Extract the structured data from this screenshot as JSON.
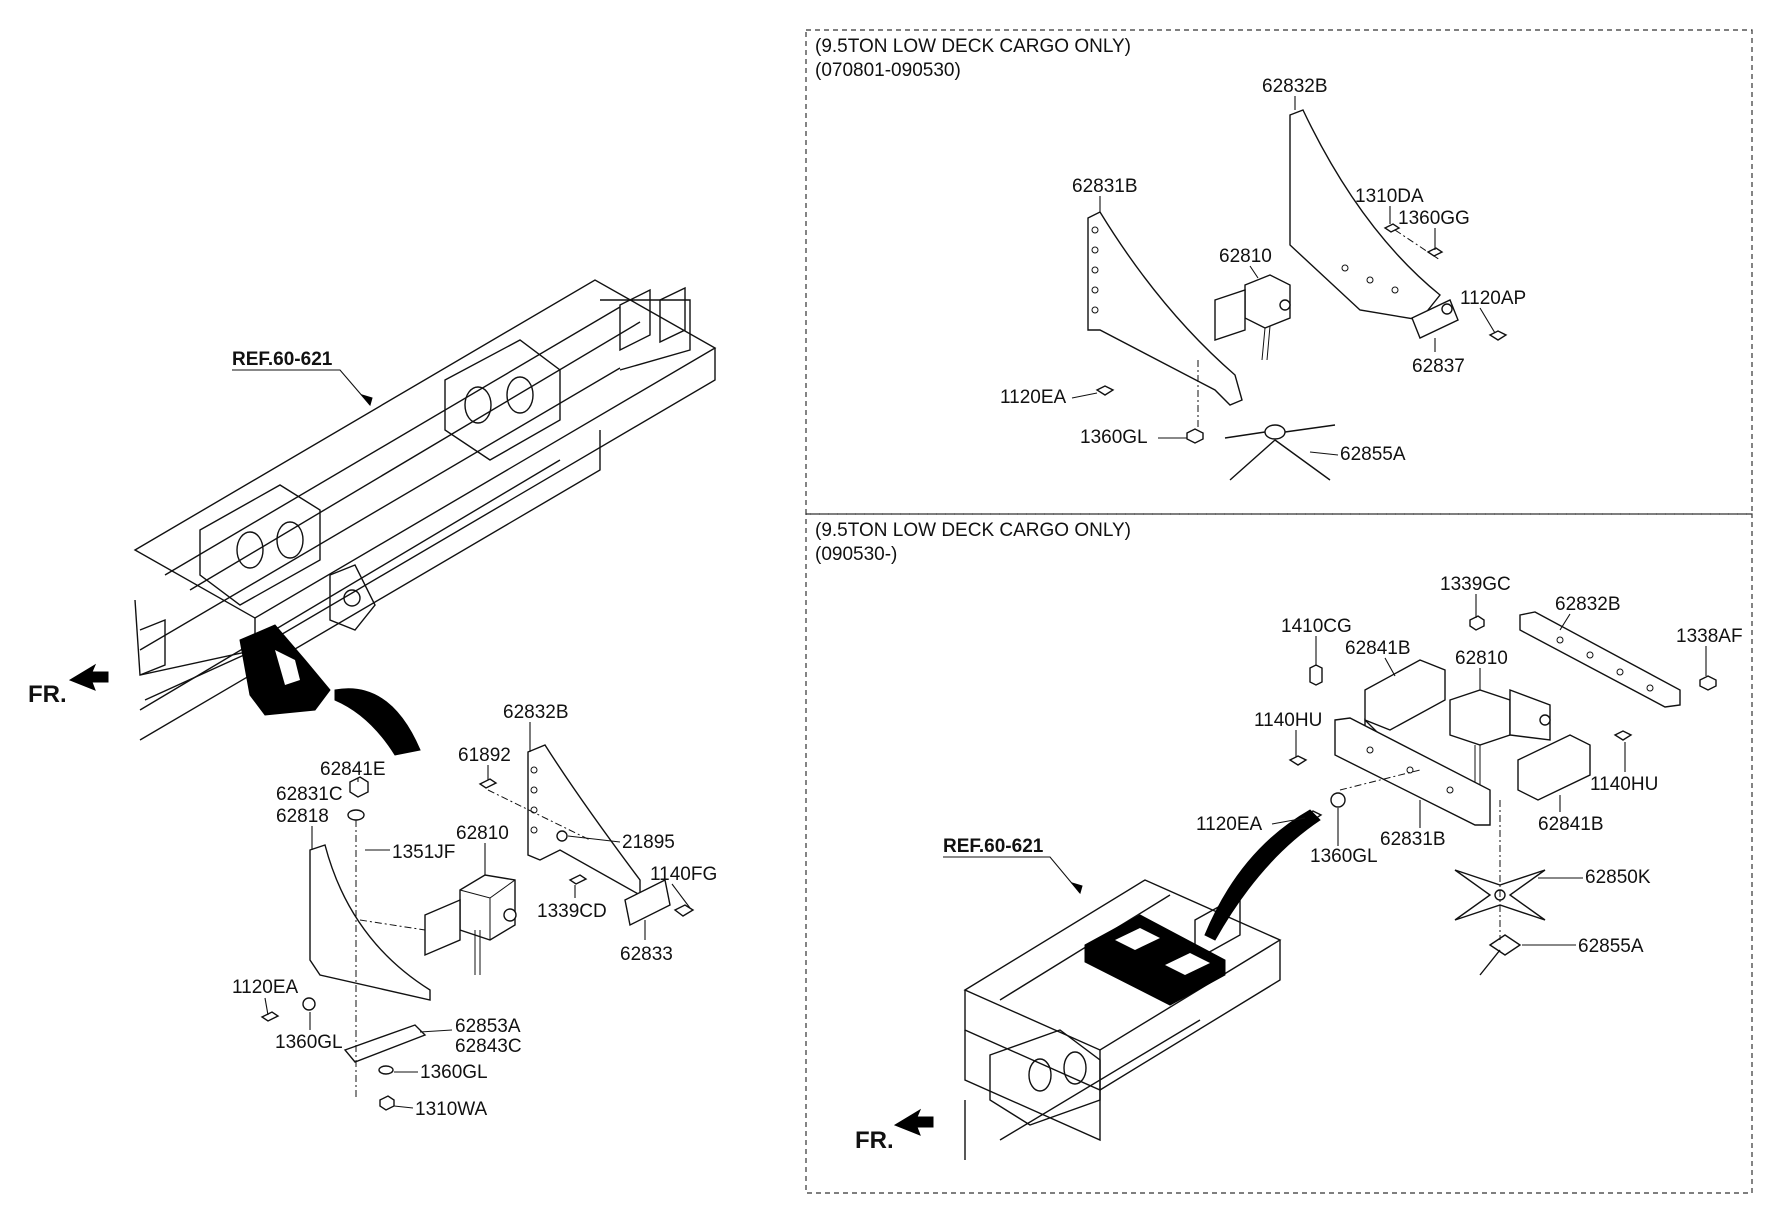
{
  "left": {
    "ref": "REF.60-621",
    "fr": "FR.",
    "labels": {
      "l62832B": "62832B",
      "l61892": "61892",
      "l62841E": "62841E",
      "l62831C": "62831C",
      "l62818": "62818",
      "l1351JF": "1351JF",
      "l62810": "62810",
      "l21895": "21895",
      "l1140FG": "1140FG",
      "l1339CD": "1339CD",
      "l62833": "62833",
      "l1120EA": "1120EA",
      "l1360GL_a": "1360GL",
      "l62853A": "62853A",
      "l62843C": "62843C",
      "l1360GL_b": "1360GL",
      "l1310WA": "1310WA"
    }
  },
  "top_right": {
    "title": "(9.5TON LOW DECK CARGO ONLY)",
    "dates": "(070801-090530)",
    "labels": {
      "l62832B": "62832B",
      "l62831B": "62831B",
      "l1310DA": "1310DA",
      "l1360GG": "1360GG",
      "l62810": "62810",
      "l1120AP": "1120AP",
      "l62837": "62837",
      "l1120EA": "1120EA",
      "l1360GL": "1360GL",
      "l62855A": "62855A"
    }
  },
  "bottom_right": {
    "title": "(9.5TON LOW DECK CARGO ONLY)",
    "dates": "(090530-)",
    "ref": "REF.60-621",
    "fr": "FR.",
    "labels": {
      "l1339GC": "1339GC",
      "l62832B": "62832B",
      "l1410CG": "1410CG",
      "l62841B_a": "62841B",
      "l62810": "62810",
      "l1338AF": "1338AF",
      "l1140HU_a": "1140HU",
      "l1140HU_b": "1140HU",
      "l1120EA": "1120EA",
      "l62841B_b": "62841B",
      "l1360GL": "1360GL",
      "l62831B": "62831B",
      "l62850K": "62850K",
      "l62855A": "62855A"
    }
  }
}
